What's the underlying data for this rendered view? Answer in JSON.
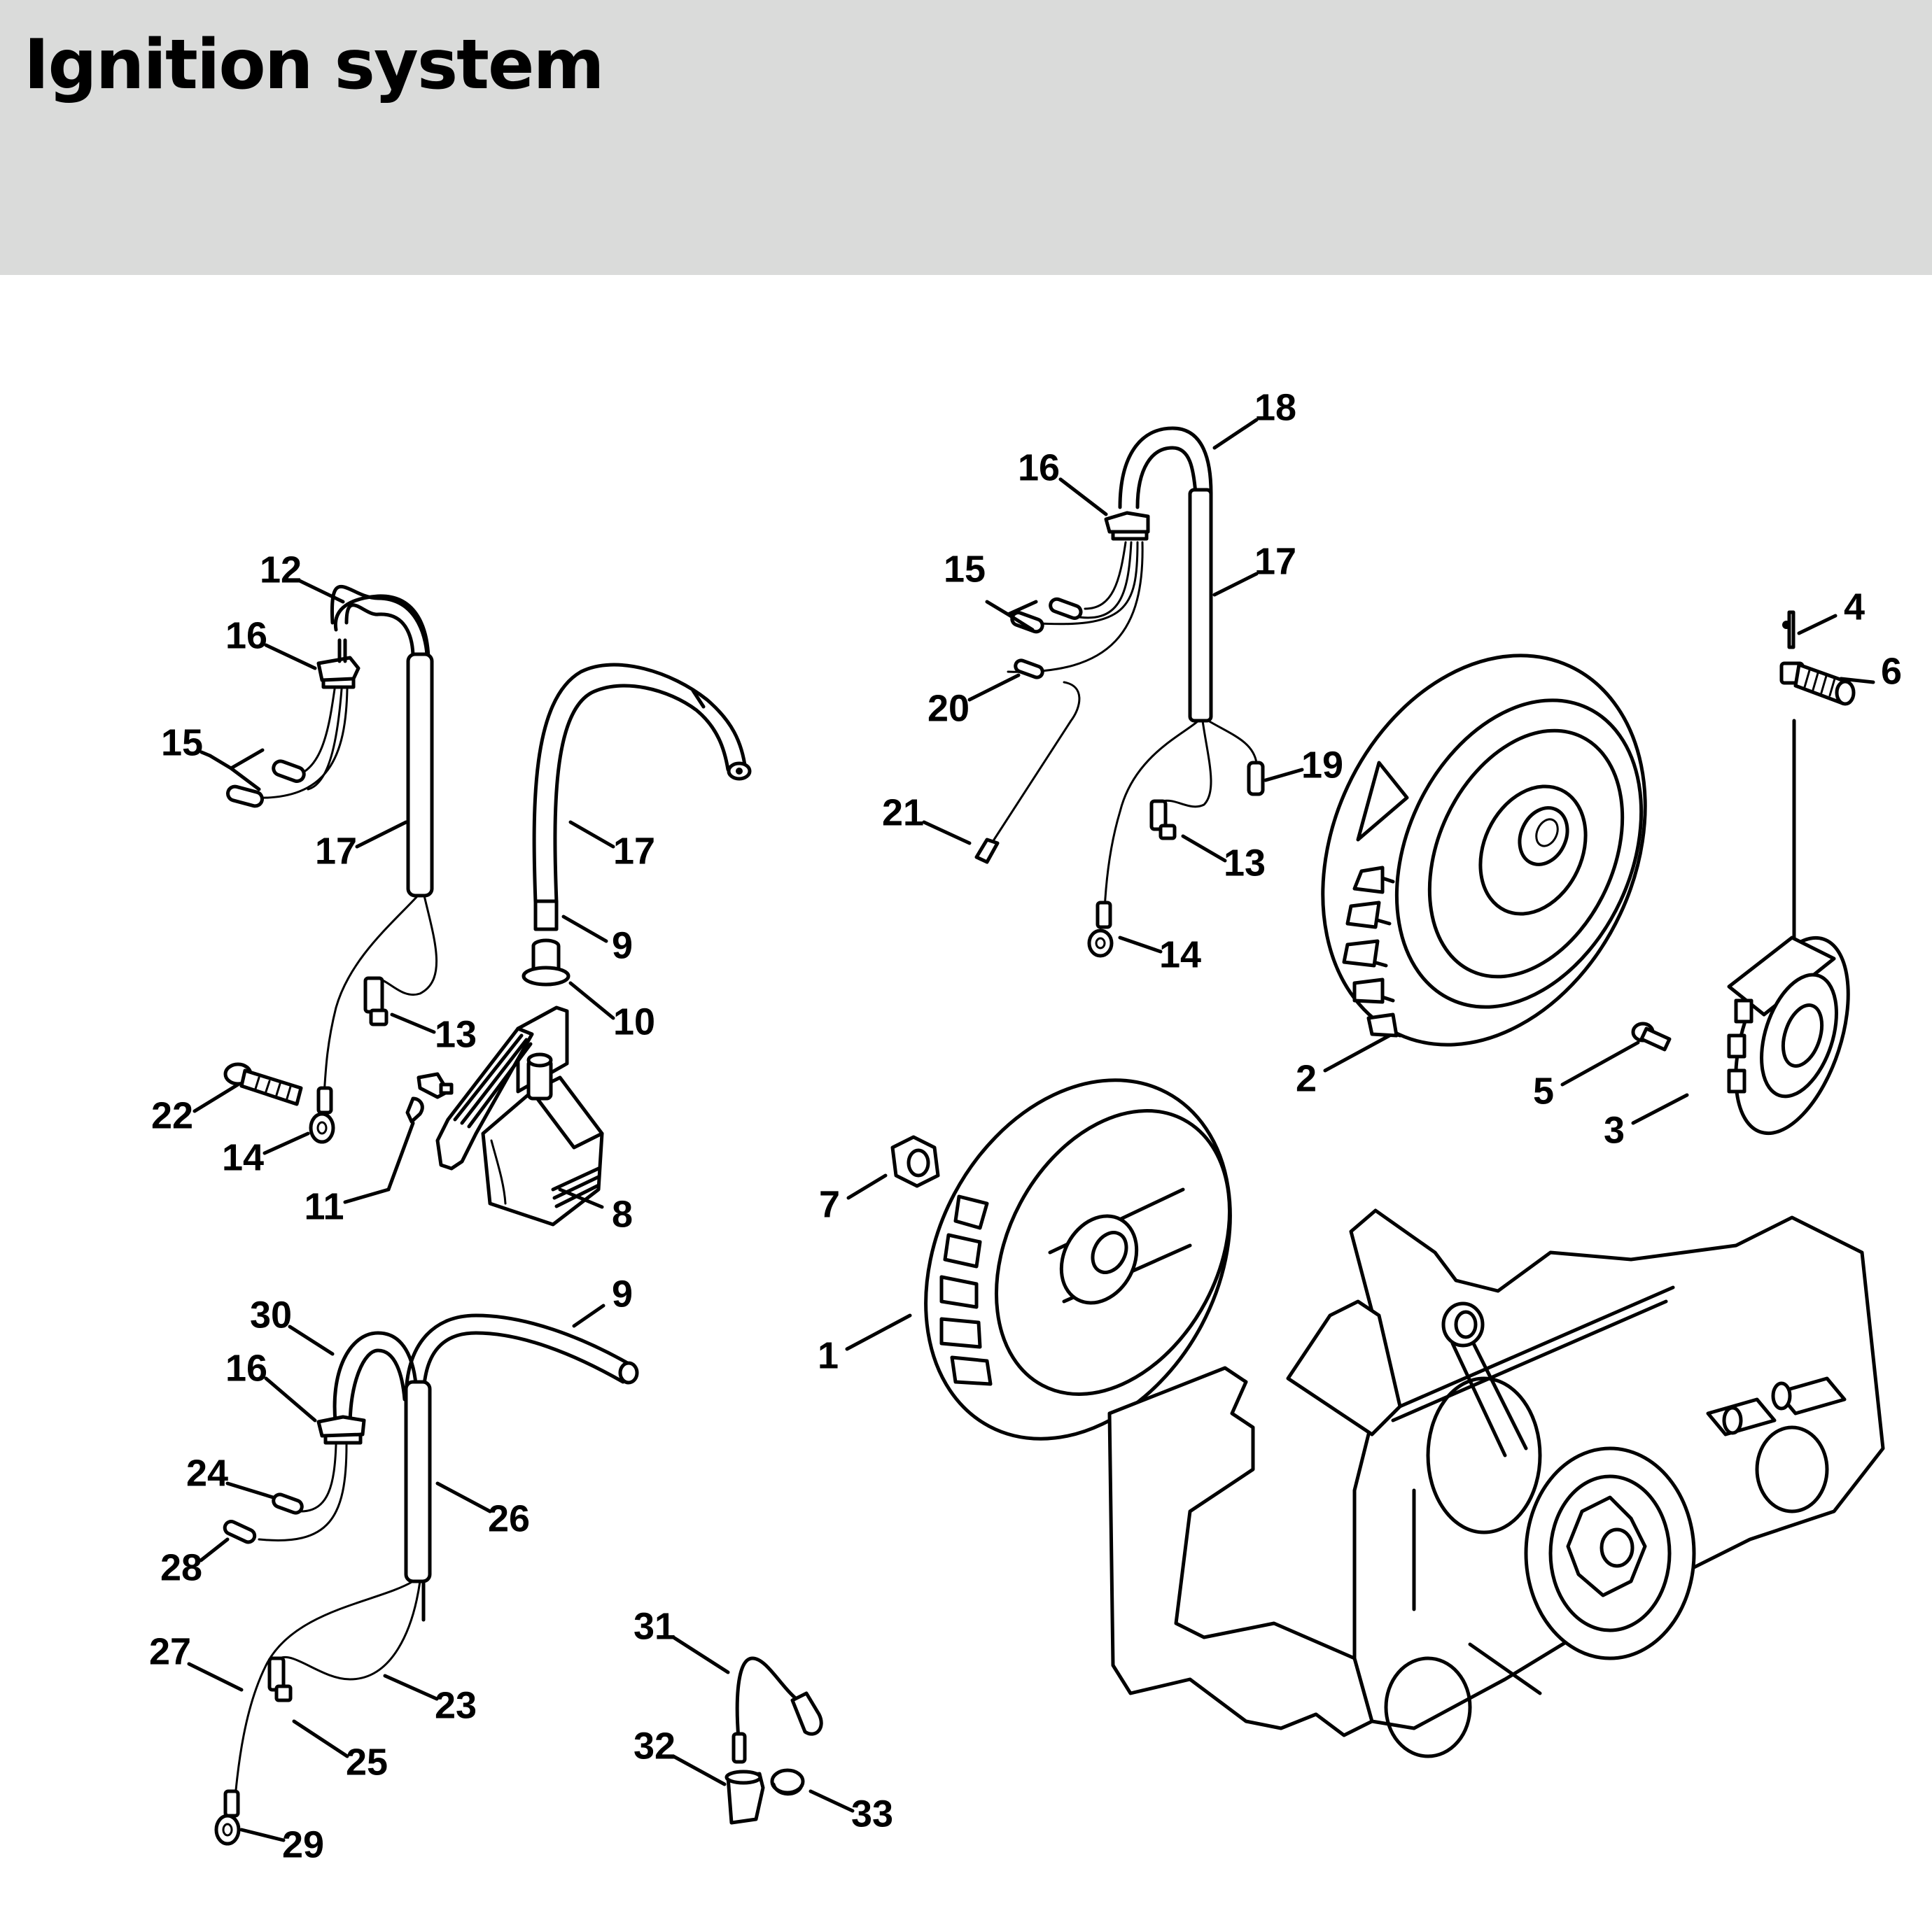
{
  "header": {
    "title": "Ignition system",
    "background_color": "#dadbda"
  },
  "diagram": {
    "parts": {
      "flywheel_1": "1",
      "flywheel_2": "2",
      "stator_3": "3",
      "pin_4": "4",
      "screw_5": "5",
      "fitting_6": "6",
      "nut_7": "7",
      "ignition_module_8": "8",
      "ignition_lead_top_9": "9",
      "boot_10": "10",
      "clip_11": "11",
      "harness_12": "12",
      "connector_left_13": "13",
      "ring_terminal_left_14": "14",
      "sleeves_left_15": "15",
      "grommet_left_16": "16",
      "tube_left_17": "17",
      "tube_middle_17": "17",
      "tube_right_17": "17",
      "harness_18": "18",
      "grommet_right_16": "16",
      "sleeves_right_15": "15",
      "connector_20": "20",
      "terminal_19": "19",
      "terminal_21": "21",
      "connector_right_13": "13",
      "ring_terminal_right_14": "14",
      "screw_22": "22",
      "ignition_lead_bottom_9": "9",
      "harness_30": "30",
      "grommet_bottom_16": "16",
      "sleeve_24": "24",
      "tube_26": "26",
      "sleeve_28": "28",
      "wire_27": "27",
      "ground_wire_31": "31",
      "wire_23": "23",
      "connector_25": "25",
      "contact_32": "32",
      "cap_33": "33",
      "ring_terminal_29": "29"
    }
  }
}
